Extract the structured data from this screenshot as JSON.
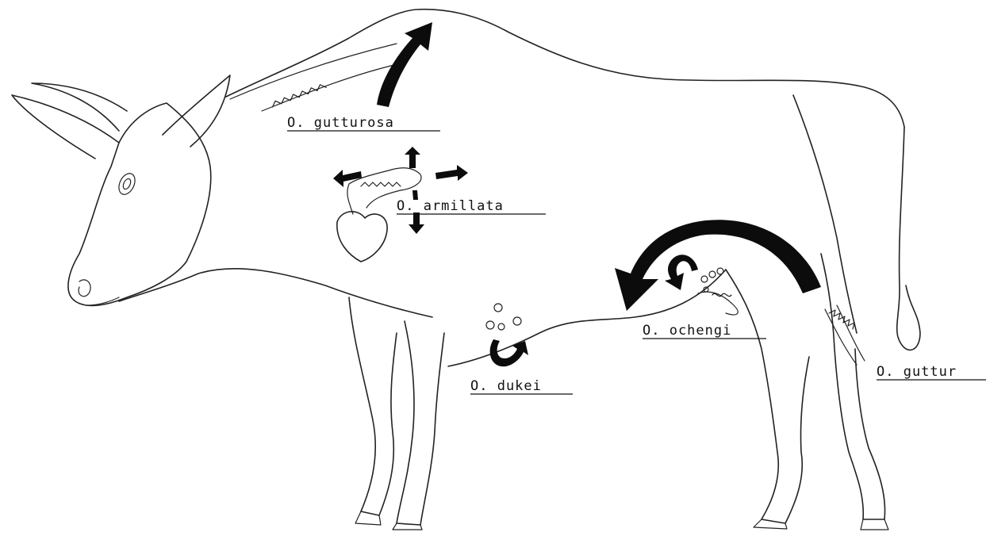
{
  "diagram": {
    "subject": "cattle",
    "labels": [
      {
        "id": "gutturosa_neck",
        "text": "O. gutturosa"
      },
      {
        "id": "armillata",
        "text": "O. armillata"
      },
      {
        "id": "ochengi",
        "text": "O. ochengi"
      },
      {
        "id": "dukei",
        "text": "O. dukei"
      },
      {
        "id": "gutturosa_leg",
        "text": "O. guttur"
      }
    ],
    "colors": {
      "line": "#222222",
      "arrow": "#0c0c0c",
      "background": "#ffffff"
    }
  }
}
